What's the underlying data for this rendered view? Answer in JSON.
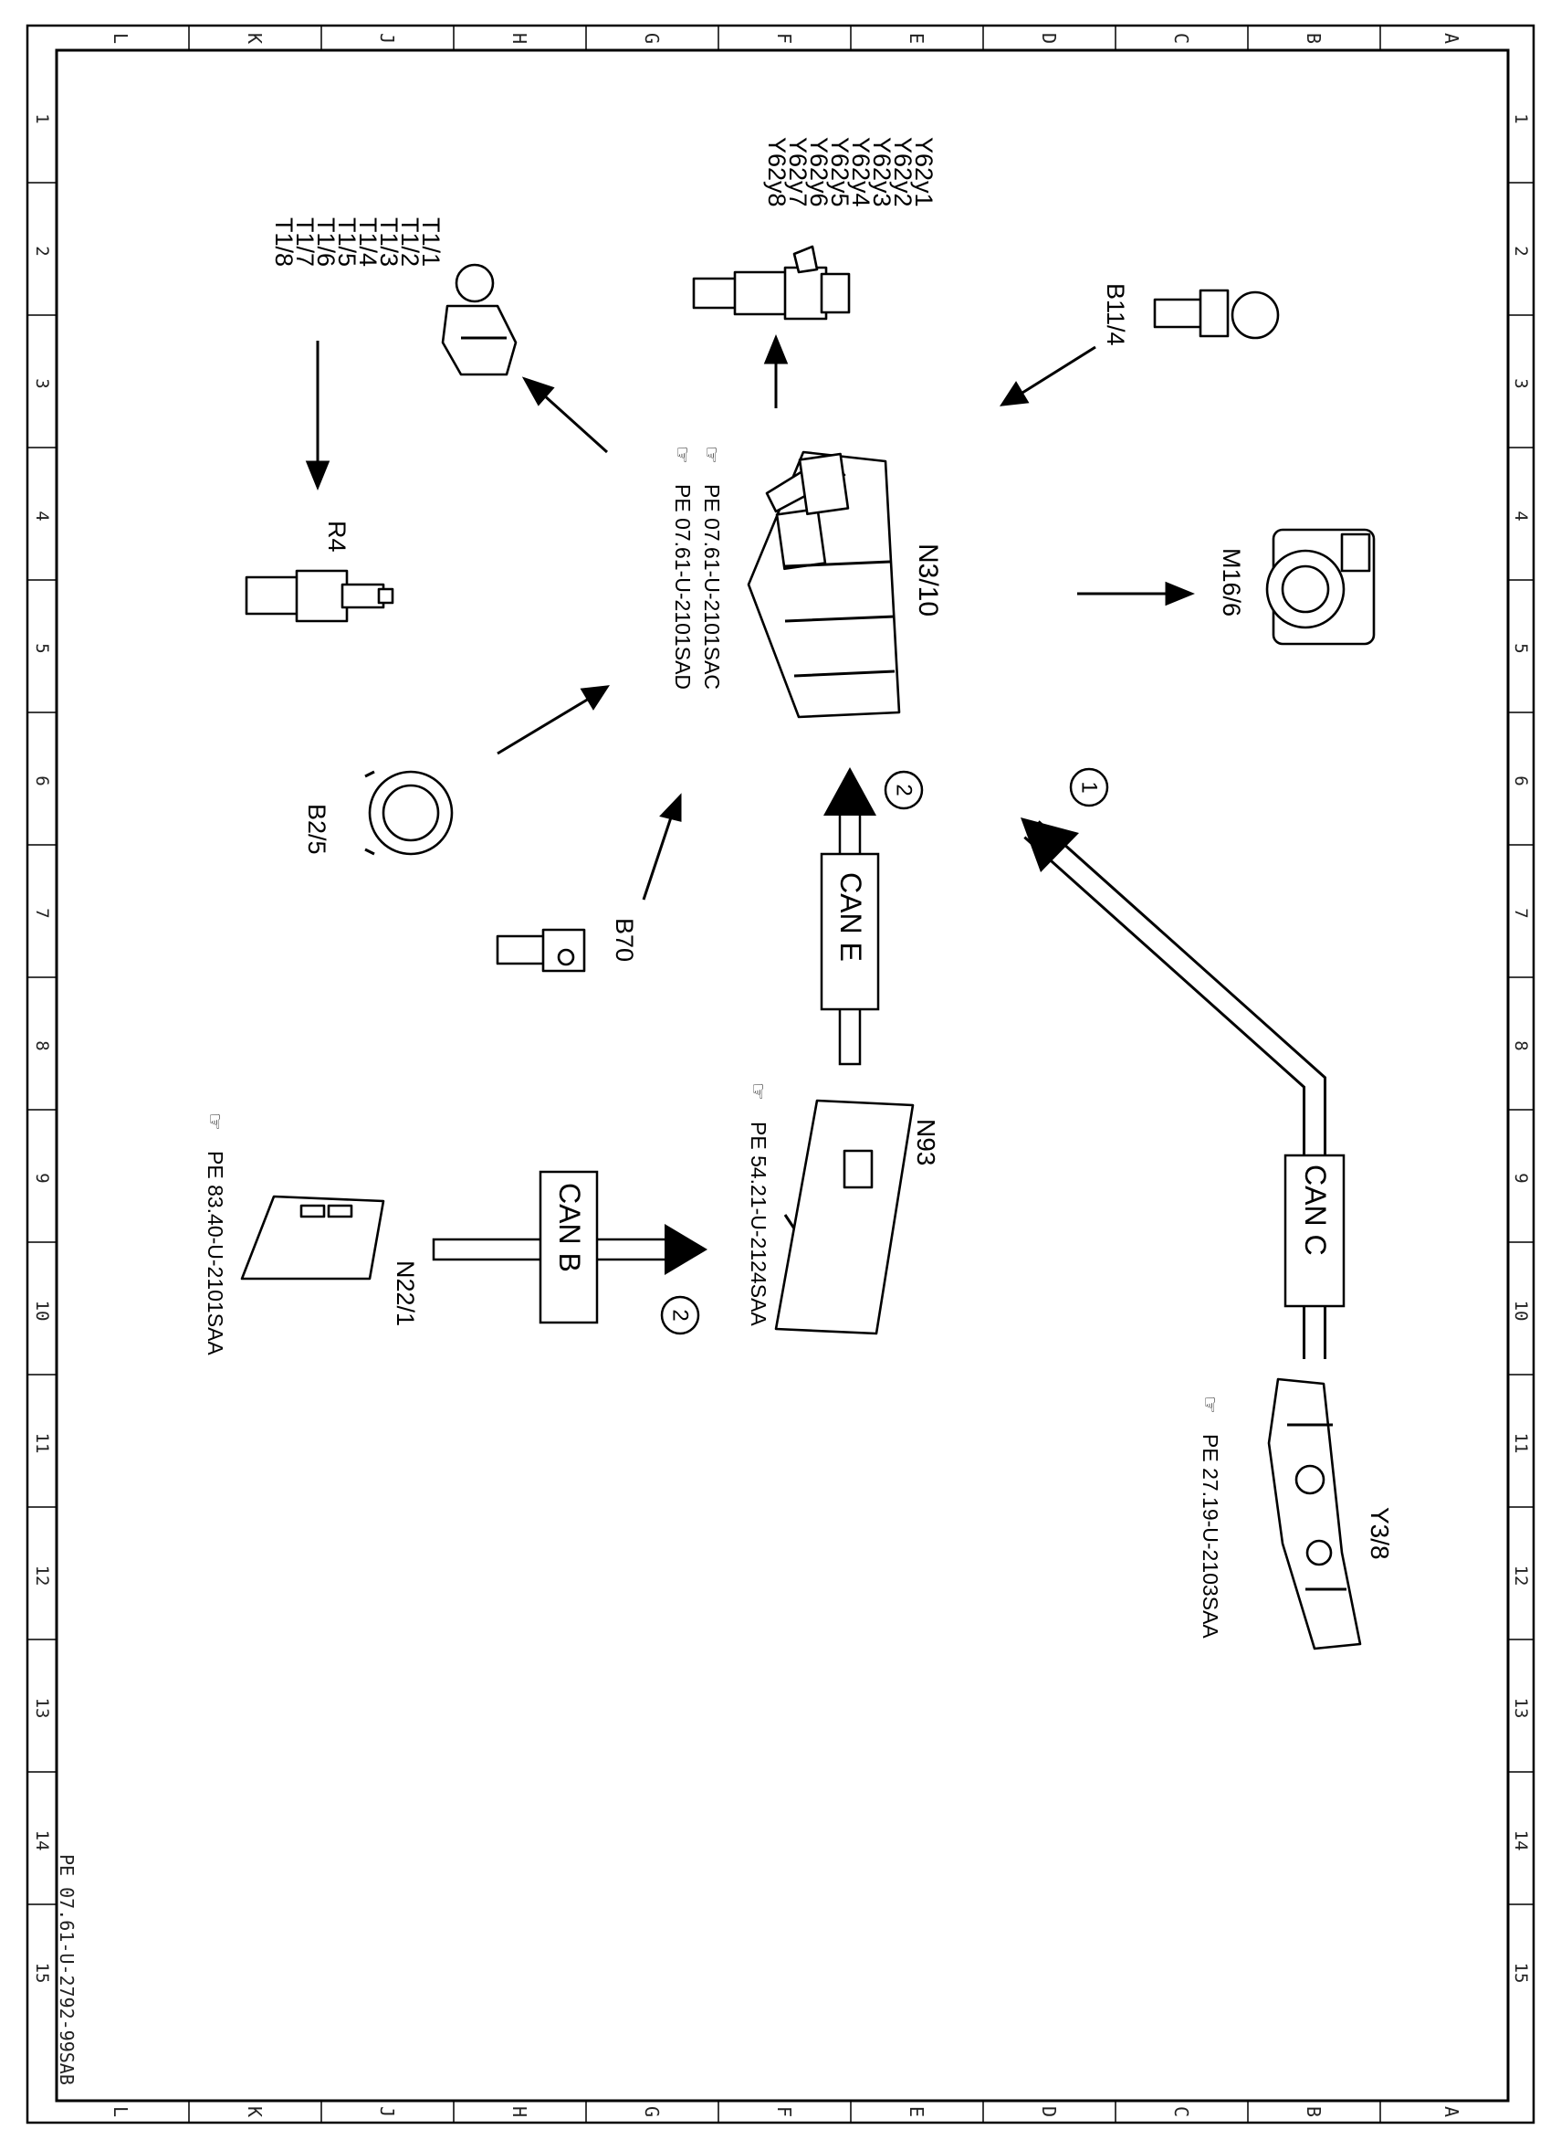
{
  "sheet": {
    "doc_id": "PE 07.61-U-2792-99SAB",
    "col_letters": [
      "L",
      "K",
      "J",
      "H",
      "G",
      "F",
      "E",
      "D",
      "C",
      "B",
      "A"
    ],
    "row_numbers": [
      "1",
      "2",
      "3",
      "4",
      "5",
      "6",
      "7",
      "8",
      "9",
      "10",
      "11",
      "12",
      "13",
      "14",
      "15"
    ]
  },
  "control_unit": {
    "code": "N3/10",
    "refs": [
      "PE  07.61-U-2101SAC",
      "PE  07.61-U-2101SAD"
    ]
  },
  "components": {
    "injectors": [
      "Y62y1",
      "Y62y2",
      "Y62y3",
      "Y62y4",
      "Y62y5",
      "Y62y6",
      "Y62y7",
      "Y62y8"
    ],
    "ignition_coils": [
      "T1/1",
      "T1/2",
      "T1/3",
      "T1/4",
      "T1/5",
      "T1/6",
      "T1/7",
      "T1/8"
    ],
    "spark_plug": "R4",
    "sensor_b11_4": "B11/4",
    "throttle": "M16/6",
    "sensor_b2_5": "B2/5",
    "sensor_b70": "B70",
    "module_n93": {
      "code": "N93",
      "ref": "PE  54.21-U-2124SAA"
    },
    "module_n22_1": {
      "code": "N22/1",
      "ref": "PE  83.40-U-2101SAA"
    },
    "valve_y3_8": {
      "code": "Y3/8",
      "ref": "PE  27.19-U-2103SAA"
    }
  },
  "buses": {
    "can_c": {
      "label": "CAN C",
      "marker": "1"
    },
    "can_e": {
      "label": "CAN E",
      "marker": "2"
    },
    "can_b": {
      "label": "CAN B",
      "marker": "2"
    }
  }
}
